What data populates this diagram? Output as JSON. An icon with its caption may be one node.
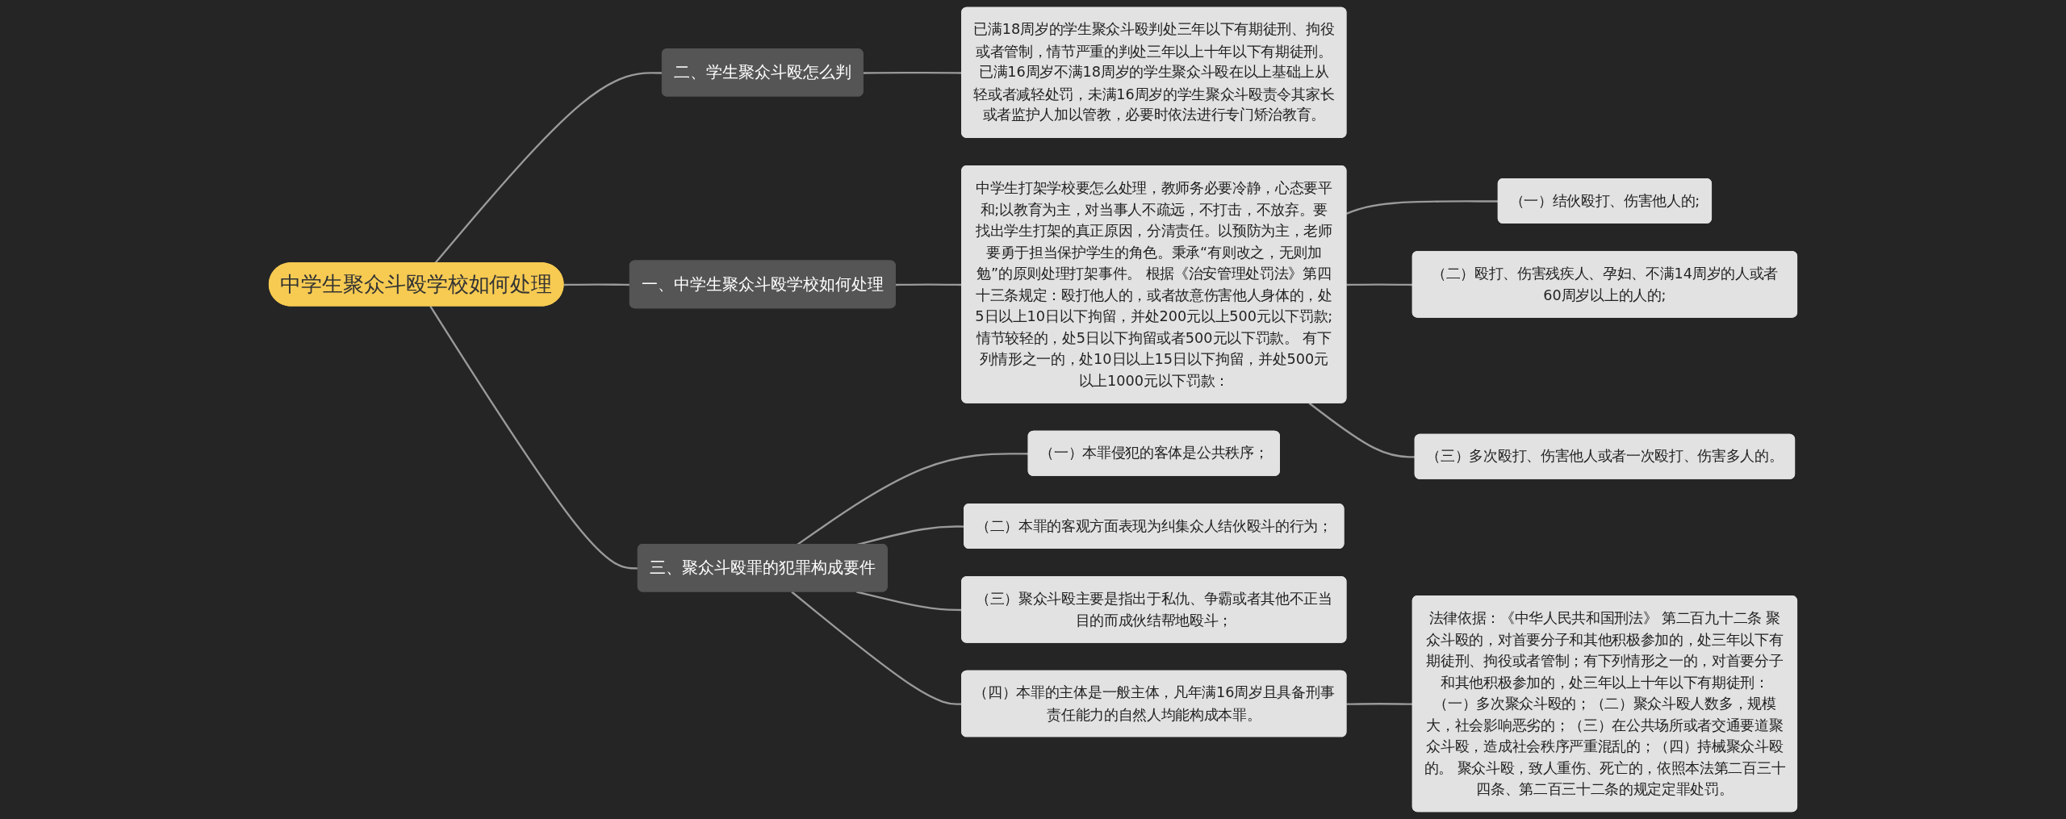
{
  "diagram": {
    "nodes": [
      {
        "text": [
          "中学生聚众斗殴学校如何处理"
        ]
      },
      {
        "text": [
          "一、中学生聚众斗殴学校如何处理"
        ]
      },
      {
        "text": [
          "中学生打架学校要怎么处理，教师务必要冷静，心态要平和;以教育为主，对当事人不疏远，不打击，不放弃。要找出学生打架的真正原因，分清责任。以预防为主，老师要勇于担当保护学生的角色。秉承“有则改之，无则加勉”的原则处理打架事件。 根据《治安管理处罚法》第四十三条规定：殴打他人的，或者故意伤害他人身体的，处5日以上10日以下拘留，并处200元以上500元以下罚款;情节较轻的，处5日以下拘留或者500元以下罚款。 有下列情形之一的，处10日以上15日以下拘留，并处500元以上1000元以下罚款："
        ]
      },
      {
        "text": [
          "（一）结伙殴打、伤害他人的;"
        ]
      },
      {
        "text": [
          "（二）殴打、伤害残疾人、孕妇、不满14周岁的人或者60周岁以上的人的;"
        ]
      },
      {
        "text": [
          "（三）多次殴打、伤害他人或者一次殴打、伤害多人的。"
        ]
      },
      {
        "text": [
          "二、学生聚众斗殴怎么判"
        ]
      },
      {
        "text": [
          "已满18周岁的学生聚众斗殴判处三年以下有期徒刑、拘役或者管制，情节严重的判处三年以上十年以下有期徒刑。已满16周岁不满18周岁的学生聚众斗殴在以上基础上从轻或者减轻处罚，未满16周岁的学生聚众斗殴责令其家长或者监护人加以管教，必要时依法进行专门矫治教育。"
        ]
      },
      {
        "text": [
          "三、聚众斗殴罪的犯罪构成要件"
        ]
      },
      {
        "text": [
          "（一）本罪侵犯的客体是公共秩序；"
        ]
      },
      {
        "text": [
          "（二）本罪的客观方面表现为纠集众人结伙殴斗的行为；"
        ]
      },
      {
        "text": [
          "（三）聚众斗殴主要是指出于私仇、争霸或者其他不正当目的而成伙结帮地殴斗；"
        ]
      },
      {
        "text": [
          "（四）本罪的主体是一般主体，凡年满16周岁且具备刑事责任能力的自然人均能构成本罪。"
        ]
      },
      {
        "text": [
          "法律依据：《中华人民共和国刑法》 第二百九十二条 聚众斗殴的，对首要分子和其他积极参加的，处三年以下有期徒刑、拘役或者管制；有下列情形之一的，对首要分子和其他积极参加的，处三年以上十年以下有期徒刑：（一）多次聚众斗殴的；（二）聚众斗殴人数多，规模大，社会影响恶劣的；（三）在公共场所或者交通要道聚众斗殴，造成社会秩序严重混乱的；（四）持械聚众斗殴的。 聚众斗殴，致人重伤、死亡的，依照本法第二百三十四条、第二百三十二条的规定定罪处罚。"
        ]
      }
    ],
    "edges": [
      {
        "from": 0,
        "to": 1,
        "arrow": "none"
      },
      {
        "from": 1,
        "to": 2,
        "arrow": "none"
      },
      {
        "from": 2,
        "to": 3,
        "arrow": "none"
      },
      {
        "from": 2,
        "to": 4,
        "arrow": "none"
      },
      {
        "from": 2,
        "to": 5,
        "arrow": "none"
      },
      {
        "from": 0,
        "to": 6,
        "arrow": "none"
      },
      {
        "from": 6,
        "to": 7,
        "arrow": "none"
      },
      {
        "from": 0,
        "to": 8,
        "arrow": "none"
      },
      {
        "from": 8,
        "to": 9,
        "arrow": "none"
      },
      {
        "from": 8,
        "to": 10,
        "arrow": "none"
      },
      {
        "from": 8,
        "to": 11,
        "arrow": "none"
      },
      {
        "from": 8,
        "to": 12,
        "arrow": "none"
      },
      {
        "from": 12,
        "to": 13,
        "arrow": "none"
      }
    ]
  }
}
